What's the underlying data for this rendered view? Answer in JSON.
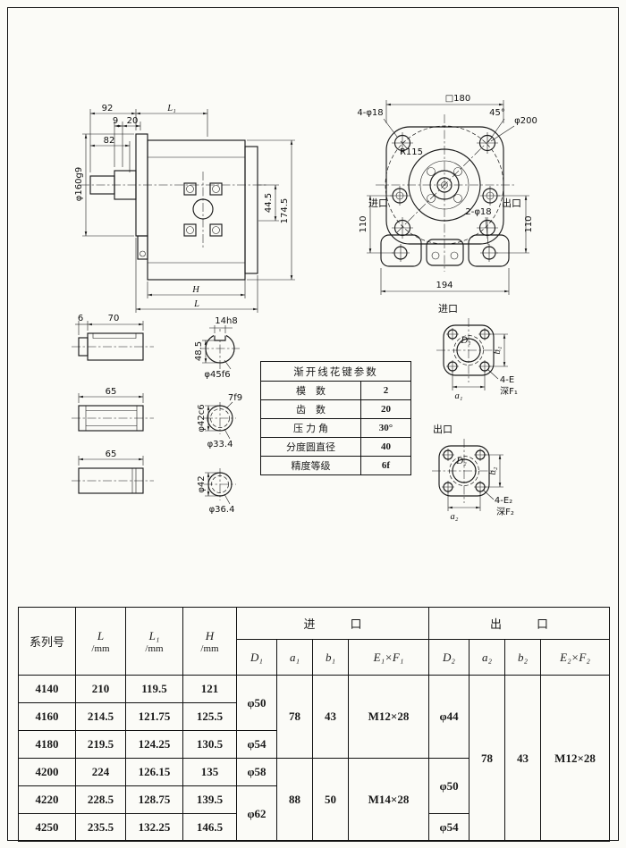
{
  "side_view": {
    "d92": "92",
    "d9": "9",
    "d20": "20",
    "dL1": "L₁",
    "d82": "82",
    "flange_dia": "φ160g9",
    "d44_5": "44.5",
    "d174_5": "174.5",
    "dH": "H",
    "dL": "L"
  },
  "front_view": {
    "square180": "□180",
    "angle45": "45°",
    "dia200": "φ200",
    "holes4": "4-φ18",
    "r115": "R115",
    "inlet": "进口",
    "outlet": "出口",
    "d110_left": "110",
    "d110_right": "110",
    "holes2": "2-φ18",
    "d194": "194"
  },
  "shaft_keyed": {
    "d6": "6",
    "d70": "70",
    "key": "14h8",
    "d48_5": "48.5",
    "dia": "φ45f6"
  },
  "shaft_spline": {
    "d65": "65",
    "spline": "7f9",
    "dia": "φ42c6",
    "minor": "φ33.4"
  },
  "shaft_plain": {
    "d65": "65",
    "dia": "φ42",
    "minor": "φ36.4"
  },
  "spline_table": {
    "title": "渐开线花键参数",
    "rows": [
      {
        "label": "模　数",
        "value": "2"
      },
      {
        "label": "齿　数",
        "value": "20"
      },
      {
        "label": "压 力 角",
        "value": "30°"
      },
      {
        "label": "分度圆直径",
        "value": "40"
      },
      {
        "label": "精度等级",
        "value": "6f"
      }
    ]
  },
  "inlet_port": {
    "title": "进口",
    "D": "D₁",
    "b": "b₁",
    "a": "a₁",
    "holes": "4-E",
    "depth": "深F₁"
  },
  "outlet_port": {
    "title": "出口",
    "D": "D₂",
    "b": "b₂",
    "a": "a₂",
    "holes": "4-E₂",
    "depth": "深F₂"
  },
  "main_table": {
    "headers": {
      "series": "系列号",
      "L": "L",
      "L1": "L₁",
      "H": "H",
      "unit": "/mm",
      "inlet": "进　　　口",
      "outlet": "出　　　口",
      "D1": "D₁",
      "a1": "a₁",
      "b1": "b₁",
      "E1F1": "E₁×F₁",
      "D2": "D₂",
      "a2": "a₂",
      "b2": "b₂",
      "E2F2": "E₂×F₂"
    },
    "rows": [
      {
        "series": "4140",
        "L": "210",
        "L1": "119.5",
        "H": "121"
      },
      {
        "series": "4160",
        "L": "214.5",
        "L1": "121.75",
        "H": "125.5"
      },
      {
        "series": "4180",
        "L": "219.5",
        "L1": "124.25",
        "H": "130.5"
      },
      {
        "series": "4200",
        "L": "224",
        "L1": "126.15",
        "H": "135"
      },
      {
        "series": "4220",
        "L": "228.5",
        "L1": "128.75",
        "H": "139.5"
      },
      {
        "series": "4250",
        "L": "235.5",
        "L1": "132.25",
        "H": "146.5"
      }
    ],
    "inlet_cols": {
      "D1_rows12": "φ50",
      "D1_row3": "φ54",
      "D1_row4": "φ58",
      "D1_rows56": "φ62",
      "a1_rows123": "78",
      "a1_rows456": "88",
      "b1_rows123": "43",
      "b1_rows456": "50",
      "EF_rows123": "M12×28",
      "EF_rows456": "M14×28"
    },
    "outlet_cols": {
      "D2_rows123": "φ44",
      "D2_rows45": "φ50",
      "D2_row6": "φ54",
      "a2": "78",
      "b2": "43",
      "EF": "M12×28"
    }
  }
}
